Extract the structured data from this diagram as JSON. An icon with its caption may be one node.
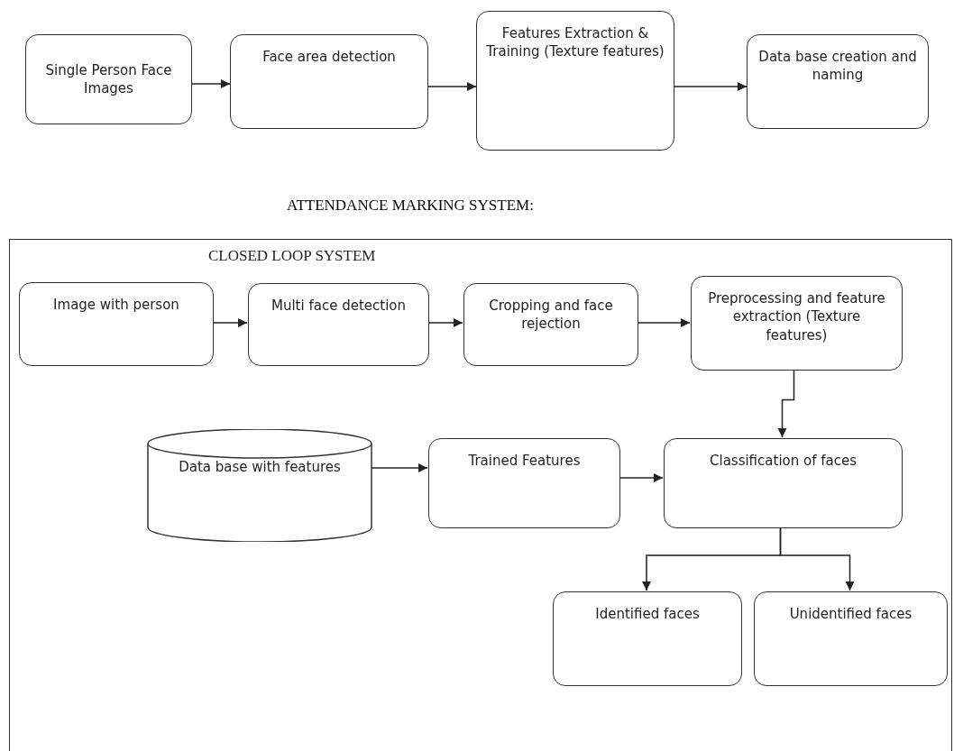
{
  "diagram": {
    "nodes": [
      {
        "text": [
          "Single Person Face Images"
        ]
      },
      {
        "text": [
          "Face area detection"
        ]
      },
      {
        "text": [
          "Features Extraction & Training (Texture features)"
        ]
      },
      {
        "text": [
          "Data base creation and naming"
        ]
      },
      {
        "text": [
          "CLOSED LOOP SYSTEM"
        ]
      },
      {
        "text": [
          "Image with person"
        ],
        "in": 4
      },
      {
        "text": [
          "Multi face detection"
        ],
        "in": 4
      },
      {
        "text": [
          "Cropping and face rejection"
        ],
        "in": 4
      },
      {
        "text": [
          "Preprocessing and feature extraction (Texture features)"
        ],
        "in": 4
      },
      {
        "text": [
          "Data base with features"
        ],
        "in": 4
      },
      {
        "text": [
          "Trained Features"
        ],
        "in": 4
      },
      {
        "text": [
          "Classification of faces"
        ],
        "in": 4
      },
      {
        "text": [
          "Identified faces"
        ],
        "in": 4
      },
      {
        "text": [
          "Unidentified faces"
        ],
        "in": 4
      }
    ],
    "edges": [
      {
        "from": 0,
        "to": 1,
        "arrow": "to"
      },
      {
        "from": 1,
        "to": 2,
        "arrow": "to"
      },
      {
        "from": 2,
        "to": 3,
        "arrow": "to"
      },
      {
        "from": 5,
        "to": 6,
        "arrow": "to"
      },
      {
        "from": 6,
        "to": 7,
        "arrow": "to"
      },
      {
        "from": 7,
        "to": 8,
        "arrow": "to"
      },
      {
        "from": 8,
        "to": 11,
        "arrow": "to"
      },
      {
        "from": 9,
        "to": 10,
        "arrow": "to"
      },
      {
        "from": 10,
        "to": 11,
        "arrow": "to"
      },
      {
        "from": 11,
        "to": 12,
        "arrow": "to"
      },
      {
        "from": 11,
        "to": 13,
        "arrow": "to"
      }
    ],
    "labels": [
      "ATTENDANCE MARKING SYSTEM:"
    ]
  }
}
